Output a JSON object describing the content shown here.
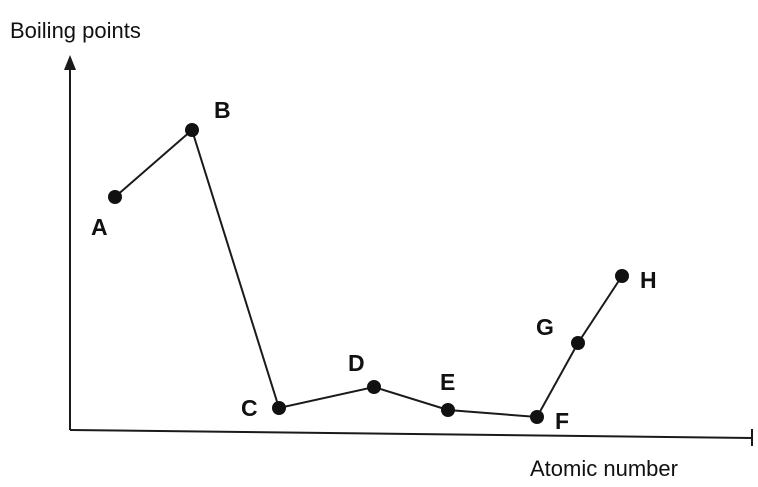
{
  "chart_data": {
    "type": "line",
    "title": "",
    "xlabel": "Atomic number",
    "ylabel": "Boiling points",
    "grid": false,
    "legend": "none",
    "points": [
      {
        "label": "A",
        "x": 1,
        "y": 54
      },
      {
        "label": "B",
        "x": 2,
        "y": 70
      },
      {
        "label": "C",
        "x": 3,
        "y": 5
      },
      {
        "label": "D",
        "x": 4,
        "y": 10
      },
      {
        "label": "E",
        "x": 5,
        "y": 5
      },
      {
        "label": "F",
        "x": 6,
        "y": 4
      },
      {
        "label": "G",
        "x": 7,
        "y": 21
      },
      {
        "label": "H",
        "x": 8,
        "y": 36
      }
    ],
    "line_color": "#1a1a1a",
    "marker_color": "#111111"
  }
}
